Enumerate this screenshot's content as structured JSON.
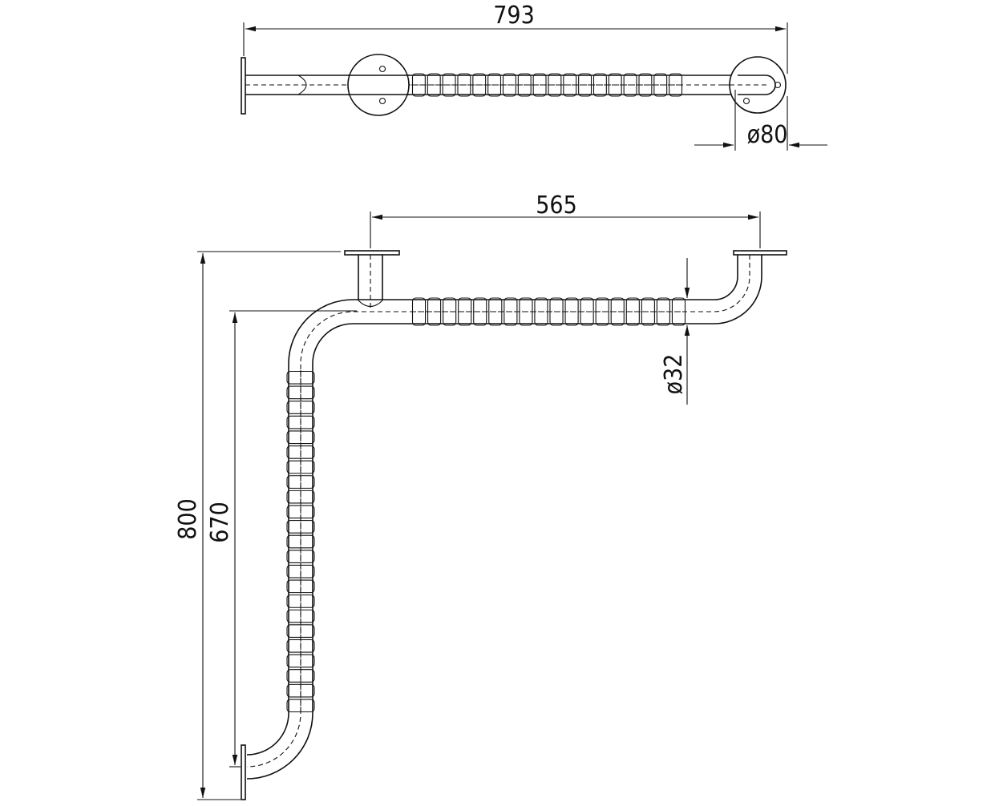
{
  "dimensions": {
    "overall_width_top": "793",
    "flange_diameter": "ø80",
    "horizontal_span": "565",
    "tube_diameter": "ø32",
    "overall_height": "800",
    "vertical_span": "670"
  },
  "colors": {
    "line": "#111111",
    "background": "#ffffff"
  }
}
